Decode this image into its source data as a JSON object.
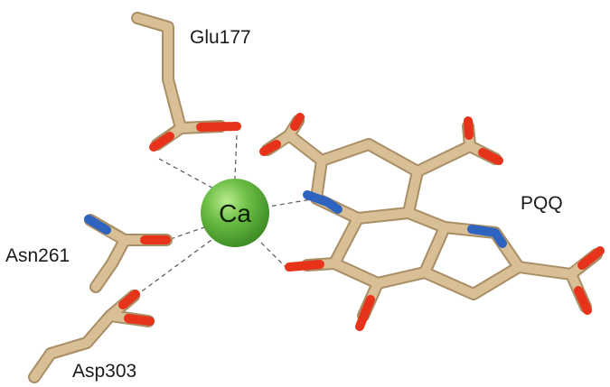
{
  "labels": {
    "glu": "Glu177",
    "asn": "Asn261",
    "asp": "Asp303",
    "pqq": "PQQ",
    "ca": "Ca"
  },
  "colors": {
    "carbon": "#d9bf96",
    "carbon_shadow": "#a98e66",
    "oxygen": "#e8331b",
    "oxygen_shadow": "#a41a0c",
    "nitrogen": "#2f63c0",
    "nitrogen_shadow": "#1c3a7c",
    "calcium": "#6cbd45",
    "calcium_dark": "#3c8a24",
    "coordination": "#555555"
  }
}
